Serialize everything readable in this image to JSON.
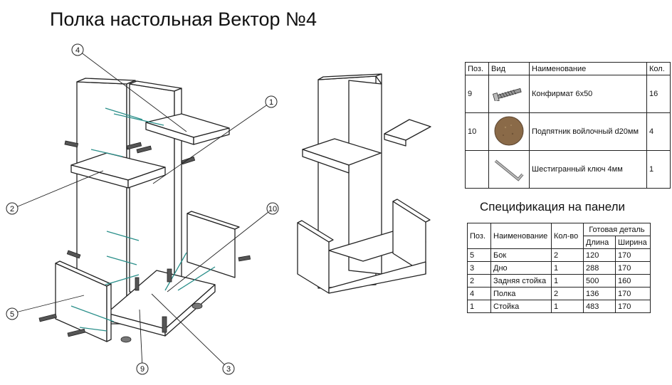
{
  "title": "Полка настольная Вектор №4",
  "callouts": [
    "1",
    "2",
    "3",
    "4",
    "5",
    "9",
    "10"
  ],
  "hardware_table": {
    "headers": [
      "Поз.",
      "Вид",
      "Наименование",
      "Кол."
    ],
    "rows": [
      {
        "pos": "9",
        "icon": "screw-icon",
        "name": "Конфирмат 6х50",
        "qty": "16"
      },
      {
        "pos": "10",
        "icon": "felt-pad-icon",
        "name": "Подпятник войлочный d20мм",
        "qty": "4"
      },
      {
        "pos": "",
        "icon": "hex-key-icon",
        "name": "Шестигранный ключ 4мм",
        "qty": "1"
      }
    ]
  },
  "spec": {
    "title": "Спецификация на панели",
    "headers": {
      "pos": "Поз.",
      "name": "Наименование",
      "qty": "Кол-во",
      "group": "Готовая деталь",
      "length": "Длина",
      "width": "Ширина"
    },
    "rows": [
      {
        "pos": "5",
        "name": "Бок",
        "qty": "2",
        "length": "120",
        "width": "170"
      },
      {
        "pos": "3",
        "name": "Дно",
        "qty": "1",
        "length": "288",
        "width": "170"
      },
      {
        "pos": "2",
        "name": "Задняя стойка",
        "qty": "1",
        "length": "500",
        "width": "160"
      },
      {
        "pos": "4",
        "name": "Полка",
        "qty": "2",
        "length": "136",
        "width": "170"
      },
      {
        "pos": "1",
        "name": "Стойка",
        "qty": "1",
        "length": "483",
        "width": "170"
      }
    ]
  },
  "colors": {
    "line": "#222222",
    "dowel": "#2a8f8a",
    "felt": "#8a6a48",
    "panel": "#ffffff"
  }
}
